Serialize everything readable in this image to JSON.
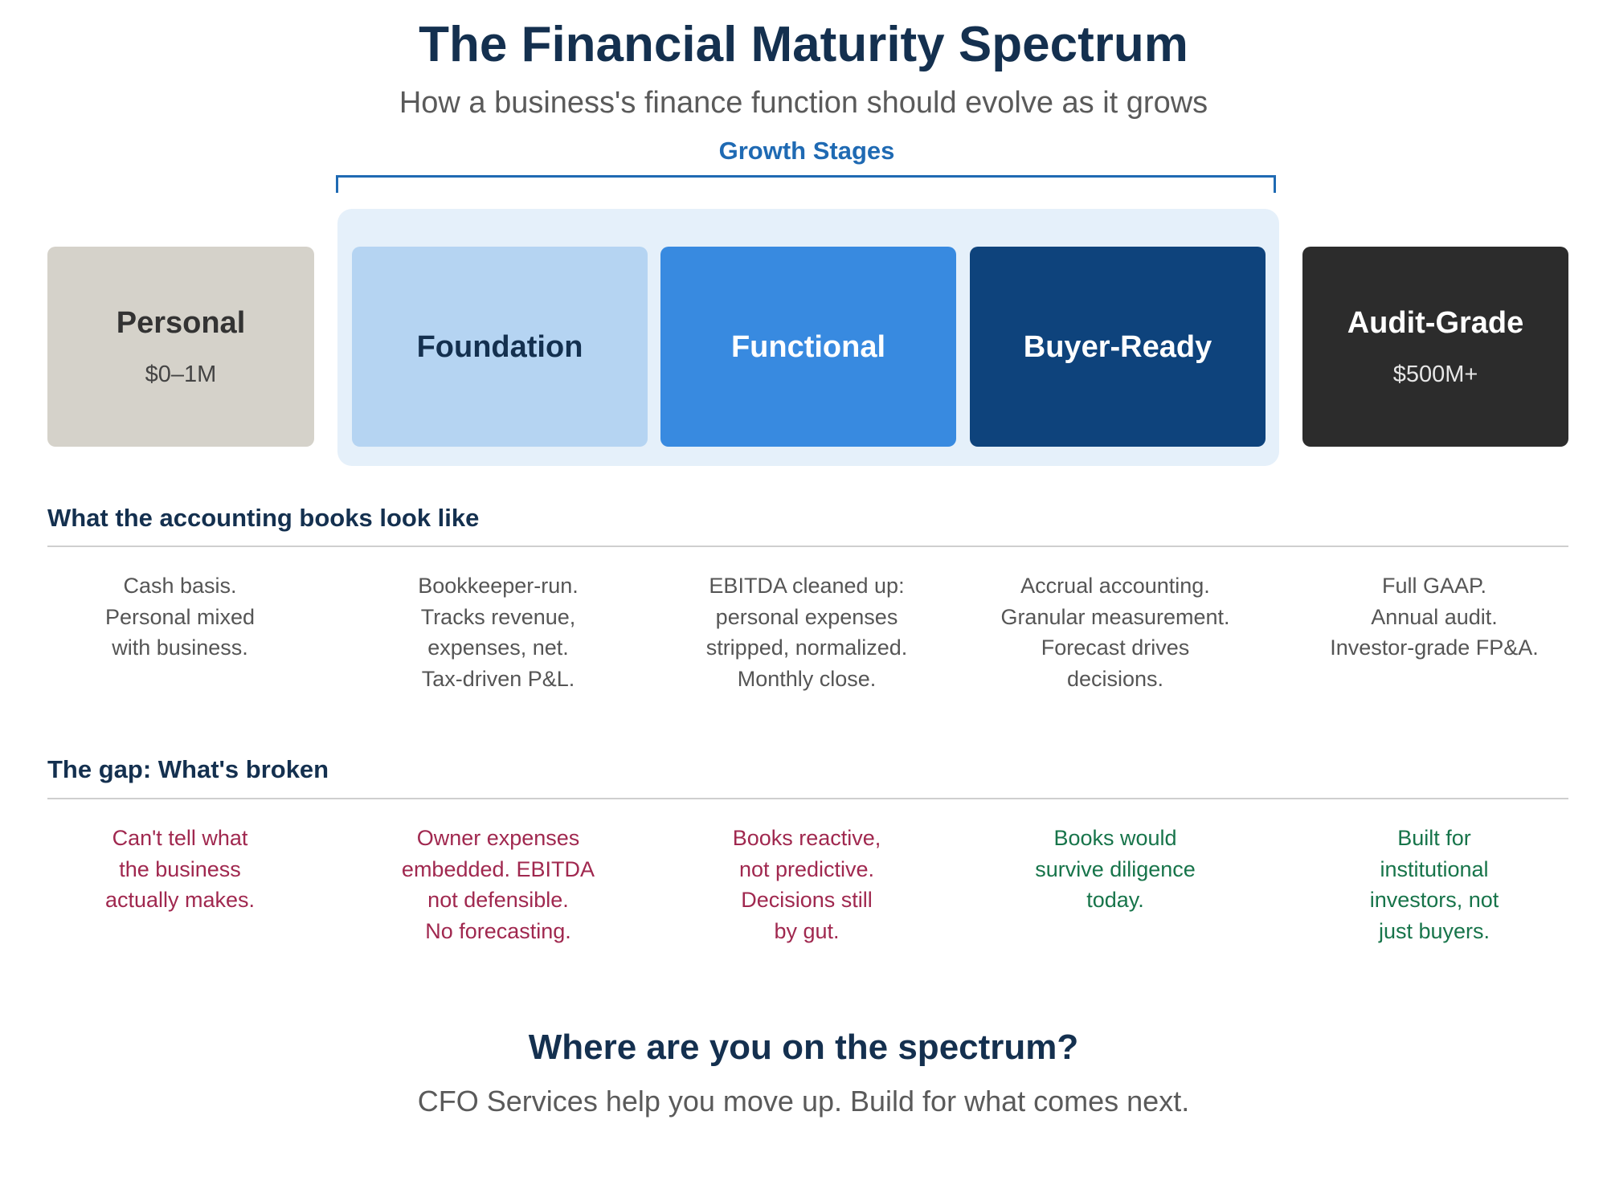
{
  "header": {
    "title": "The Financial Maturity Spectrum",
    "subtitle": "How a business's finance function should evolve as it grows"
  },
  "growth_stages": {
    "label": "Growth Stages",
    "background_color": "#e5f0fa",
    "accent_color": "#1f6ab3"
  },
  "stages": [
    {
      "name": "Personal",
      "range": "$0–1M",
      "color": "#d5d2ca"
    },
    {
      "name": "Foundation",
      "range": "",
      "color": "#b5d4f2"
    },
    {
      "name": "Functional",
      "range": "",
      "color": "#388ae0"
    },
    {
      "name": "Buyer-Ready",
      "range": "",
      "color": "#0e437c"
    },
    {
      "name": "Audit-Grade",
      "range": "$500M+",
      "color": "#2c2c2c"
    }
  ],
  "books": {
    "heading": "What the accounting books look like",
    "items": [
      [
        "Cash basis.",
        "Personal mixed",
        "with business."
      ],
      [
        "Bookkeeper-run.",
        "Tracks revenue,",
        "expenses, net.",
        "Tax-driven P&L."
      ],
      [
        "EBITDA cleaned up:",
        "personal expenses",
        "stripped, normalized.",
        "Monthly close."
      ],
      [
        "Accrual accounting.",
        "Granular measurement.",
        "Forecast drives",
        "decisions."
      ],
      [
        "Full GAAP.",
        "Annual audit.",
        "Investor-grade FP&A."
      ]
    ]
  },
  "gap": {
    "heading": "The gap: What's broken",
    "problem_color": "#a0284f",
    "ok_color": "#17744a",
    "items": [
      [
        "Can't tell what",
        "the business",
        "actually makes."
      ],
      [
        "Owner expenses",
        "embedded. EBITDA",
        "not defensible.",
        "No forecasting."
      ],
      [
        "Books reactive,",
        "not predictive.",
        "Decisions still",
        "by gut."
      ],
      [
        "Books would",
        "survive diligence",
        "today."
      ],
      [
        "Built for",
        "institutional",
        "investors, not",
        "just buyers."
      ]
    ]
  },
  "cta": {
    "title": "Where are you on the spectrum?",
    "subtitle": "CFO Services help you move up. Build for what comes next."
  }
}
